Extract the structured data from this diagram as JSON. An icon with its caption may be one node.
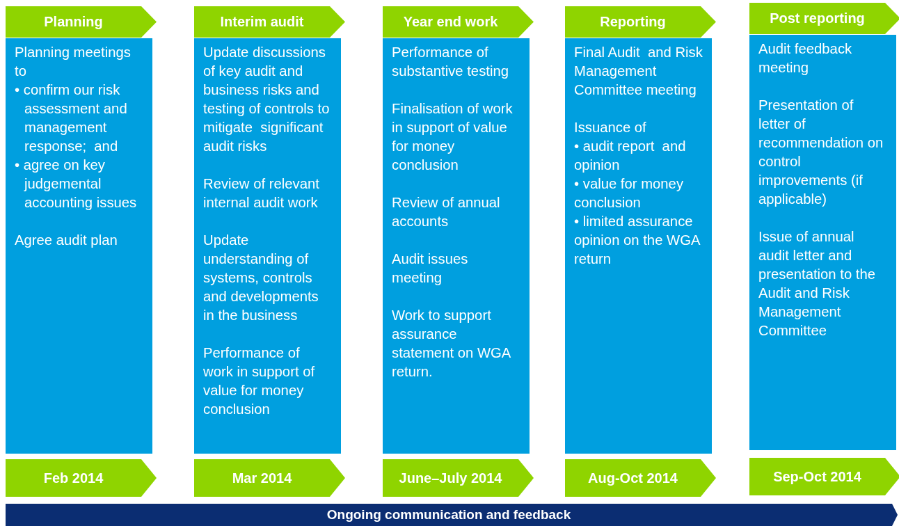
{
  "diagram": {
    "nodes": [
      {
        "text": [
          "Planning"
        ]
      },
      {
        "text": [
          "Planning meetings to",
          "• confirm our risk assessment and management response;  and",
          "• agree on key judgemental accounting issues",
          "Agree audit plan"
        ]
      },
      {
        "text": [
          "Feb 2014"
        ]
      },
      {
        "text": [
          "Interim audit"
        ]
      },
      {
        "text": [
          "Update discussions of key audit and business risks and testing of controls to mitigate  significant audit risks",
          "Review of relevant internal audit work",
          "Update understanding of systems, controls and developments in the business",
          "Performance of work in support of value for money conclusion"
        ]
      },
      {
        "text": [
          "Mar 2014"
        ]
      },
      {
        "text": [
          "Year end work"
        ]
      },
      {
        "text": [
          "Performance of substantive testing",
          "Finalisation of work in support of value for money conclusion",
          "Review of annual accounts",
          "Audit issues meeting",
          "Work to support assurance statement on WGA return."
        ]
      },
      {
        "text": [
          "June–July 2014"
        ]
      },
      {
        "text": [
          "Reporting"
        ]
      },
      {
        "text": [
          "Final Audit  and Risk Management Committee meeting",
          "Issuance of",
          "• audit report  and opinion",
          "• value for money conclusion",
          "• limited assurance opinion on the WGA return"
        ]
      },
      {
        "text": [
          "Aug-Oct  2014"
        ]
      },
      {
        "text": [
          "Post reporting"
        ]
      },
      {
        "text": [
          "Audit feedback meeting",
          "Presentation of letter of recommendation on control improvements (if applicable)",
          "Issue of annual audit letter and presentation to the Audit and Risk Management Committee"
        ]
      },
      {
        "text": [
          "Sep-Oct 2014"
        ]
      },
      {
        "text": [
          "Ongoing communication and feedback"
        ]
      }
    ],
    "edges": []
  }
}
